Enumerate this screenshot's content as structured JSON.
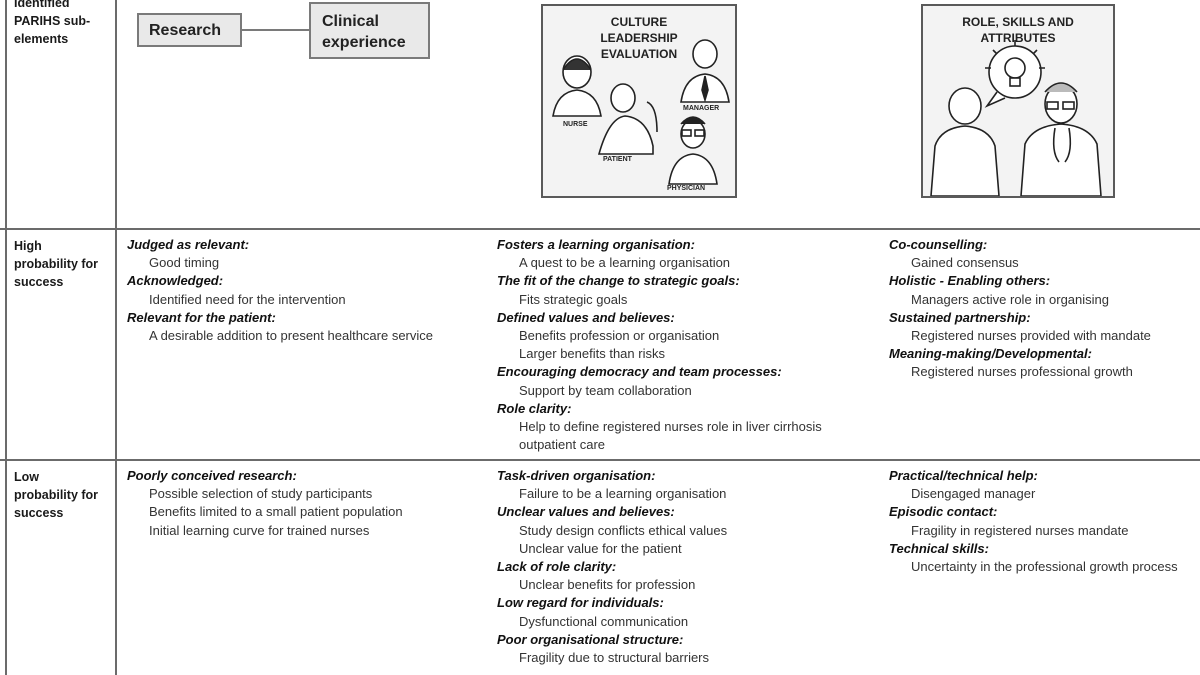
{
  "row_labels": {
    "sub_elements": "Identified PARIHS sub-elements",
    "high": "High probability for success",
    "low": "Low probability for success"
  },
  "top": {
    "box_research": "Research",
    "box_clinical": "Clinical experience",
    "illustration_culture": {
      "title": "CULTURE LEADERSHIP EVALUATION",
      "labels": [
        "NURSE",
        "PATIENT",
        "MANAGER",
        "PHYSICIAN"
      ],
      "icon": "care-team-illustration"
    },
    "illustration_roles": {
      "title": "ROLE, SKILLS AND ATTRIBUTES",
      "icon": "role-skills-illustration"
    }
  },
  "high": {
    "col1": [
      {
        "h": "Judged as relevant:",
        "items": [
          "Good timing"
        ]
      },
      {
        "h": "Acknowledged:",
        "items": [
          "Identified need for the intervention"
        ]
      },
      {
        "h": "Relevant for the patient:",
        "items": [
          "A desirable addition to present healthcare service"
        ]
      }
    ],
    "col2": [
      {
        "h": "Fosters a learning organisation:",
        "items": [
          "A quest to be a learning organisation"
        ]
      },
      {
        "h": "The fit of the change to strategic goals:",
        "items": [
          "Fits strategic goals"
        ]
      },
      {
        "h": "Defined values and believes:",
        "items": [
          "Benefits profession or organisation",
          "Larger benefits than risks"
        ]
      },
      {
        "h": "Encouraging democracy and team processes:",
        "items": [
          "Support by team collaboration"
        ]
      },
      {
        "h": "Role clarity:",
        "items": [
          "Help to define registered nurses role in liver cirrhosis outpatient care"
        ]
      }
    ],
    "col3": [
      {
        "h": "Co-counselling:",
        "items": [
          "Gained consensus"
        ]
      },
      {
        "h": "Holistic - Enabling others:",
        "items": [
          "Managers active role in organising"
        ]
      },
      {
        "h": "Sustained partnership:",
        "items": [
          "Registered nurses provided with mandate"
        ]
      },
      {
        "h": "Meaning-making/Developmental:",
        "items": [
          "Registered nurses professional growth"
        ]
      }
    ]
  },
  "low": {
    "col1": [
      {
        "h": "Poorly conceived research:",
        "items": [
          "Possible selection of study participants",
          "Benefits limited to a small patient population",
          "Initial learning curve for trained nurses"
        ]
      }
    ],
    "col2": [
      {
        "h": "Task-driven organisation:",
        "items": [
          "Failure to be a learning organisation"
        ]
      },
      {
        "h": "Unclear values and believes:",
        "items": [
          "Study design conflicts ethical values",
          "Unclear value for the patient"
        ]
      },
      {
        "h": "Lack of role clarity:",
        "items": [
          "Unclear benefits for profession"
        ]
      },
      {
        "h": "Low regard for individuals:",
        "items": [
          "Dysfunctional communication"
        ]
      },
      {
        "h": "Poor organisational structure:",
        "items": [
          "Fragility due to structural barriers"
        ]
      }
    ],
    "col3": [
      {
        "h": "Practical/technical help:",
        "items": [
          "Disengaged manager"
        ]
      },
      {
        "h": "Episodic contact:",
        "items": [
          "Fragility in registered nurses mandate"
        ]
      },
      {
        "h": "Technical skills:",
        "items": [
          "Uncertainty in the professional growth process"
        ]
      }
    ]
  }
}
